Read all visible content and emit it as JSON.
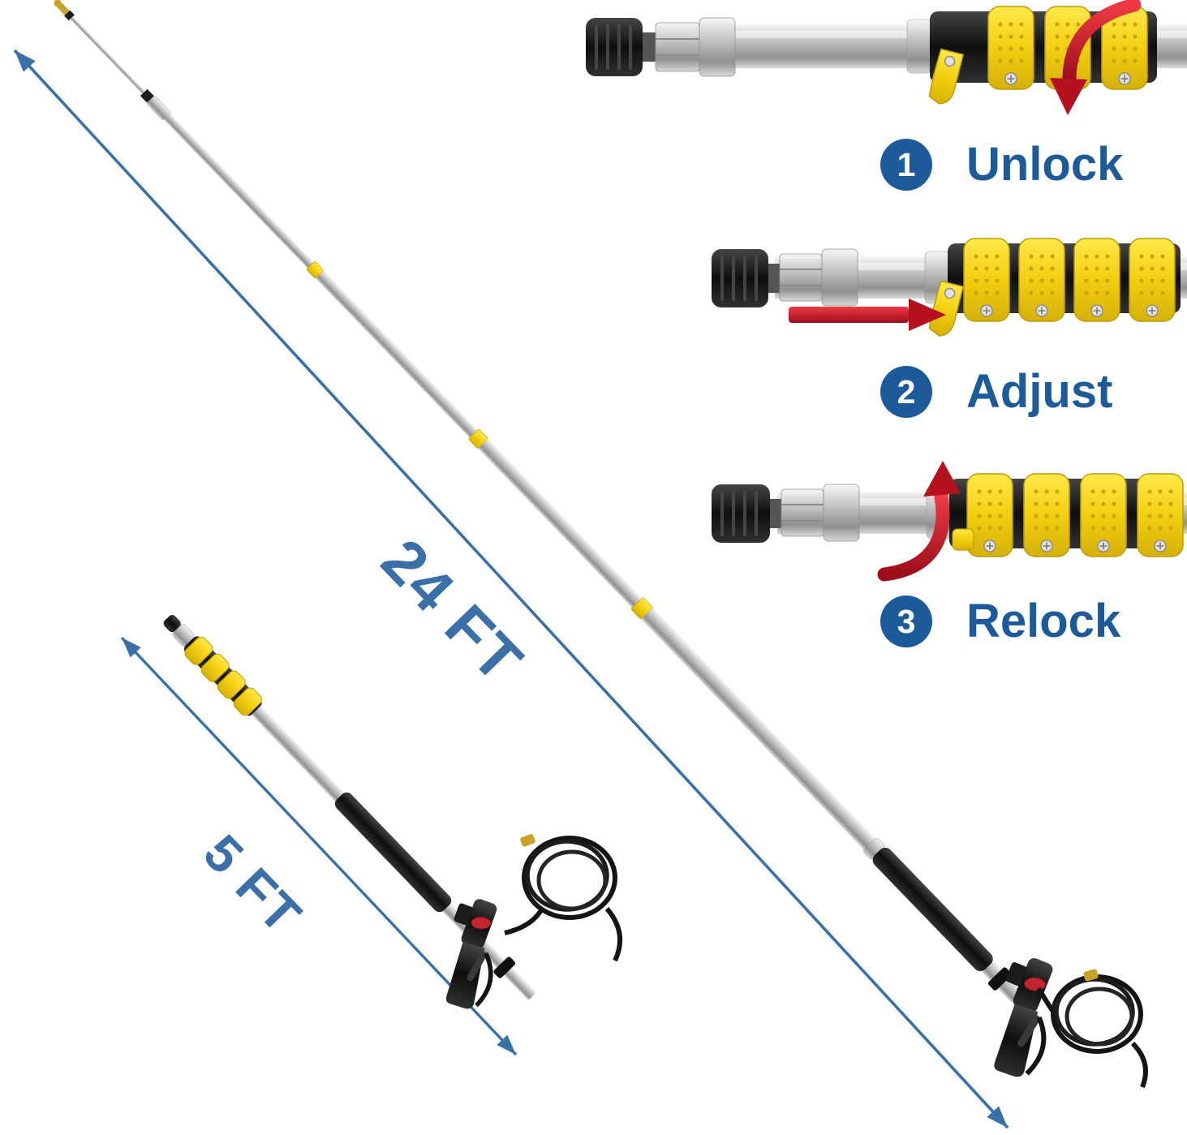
{
  "dimension_labels": {
    "long_pole": "24 FT",
    "short_pole": "5 FT"
  },
  "steps": [
    {
      "number": "1",
      "label": "Unlock"
    },
    {
      "number": "2",
      "label": "Adjust"
    },
    {
      "number": "3",
      "label": "Relock"
    }
  ],
  "annotations": {
    "step1_arrow": "red-curved-arrow-down",
    "step2_arrow": "red-arrow-right",
    "step3_arrow": "red-curved-arrow-up",
    "long_dimension_arrow": "blue-double-headed-diagonal-arrow",
    "short_dimension_arrow": "blue-double-headed-diagonal-arrow"
  },
  "colors": {
    "dimension_blue": "#3a6fa8",
    "step_blue": "#1d5a9a",
    "arrow_red": "#b5121f",
    "clamp_yellow": "#f2cf10",
    "pole_silver": "#c0c1c3",
    "background": "#ffffff"
  }
}
